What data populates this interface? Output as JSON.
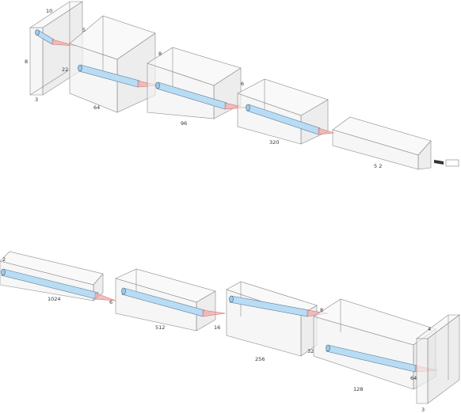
{
  "diagram": {
    "encoder": {
      "labels": {
        "in_top": "10",
        "in_h": "8",
        "in_bottom": "3",
        "c1_top": "5",
        "c1_w": "64",
        "c1_side": "22",
        "c2_top": "8",
        "c2_w": "96",
        "c3_top": "6",
        "c3_w": "320",
        "fc_w": "5 2"
      }
    },
    "decoder": {
      "labels": {
        "d1_top": "2",
        "d1_w": "1024",
        "d1_side": "6",
        "d2_w": "512",
        "d2_side": "16",
        "d3_w": "256",
        "d3_side": "32",
        "d3_right": "8",
        "d4_w": "128",
        "d4_side": "64",
        "out_top": "4",
        "out_bottom": "3"
      }
    }
  }
}
